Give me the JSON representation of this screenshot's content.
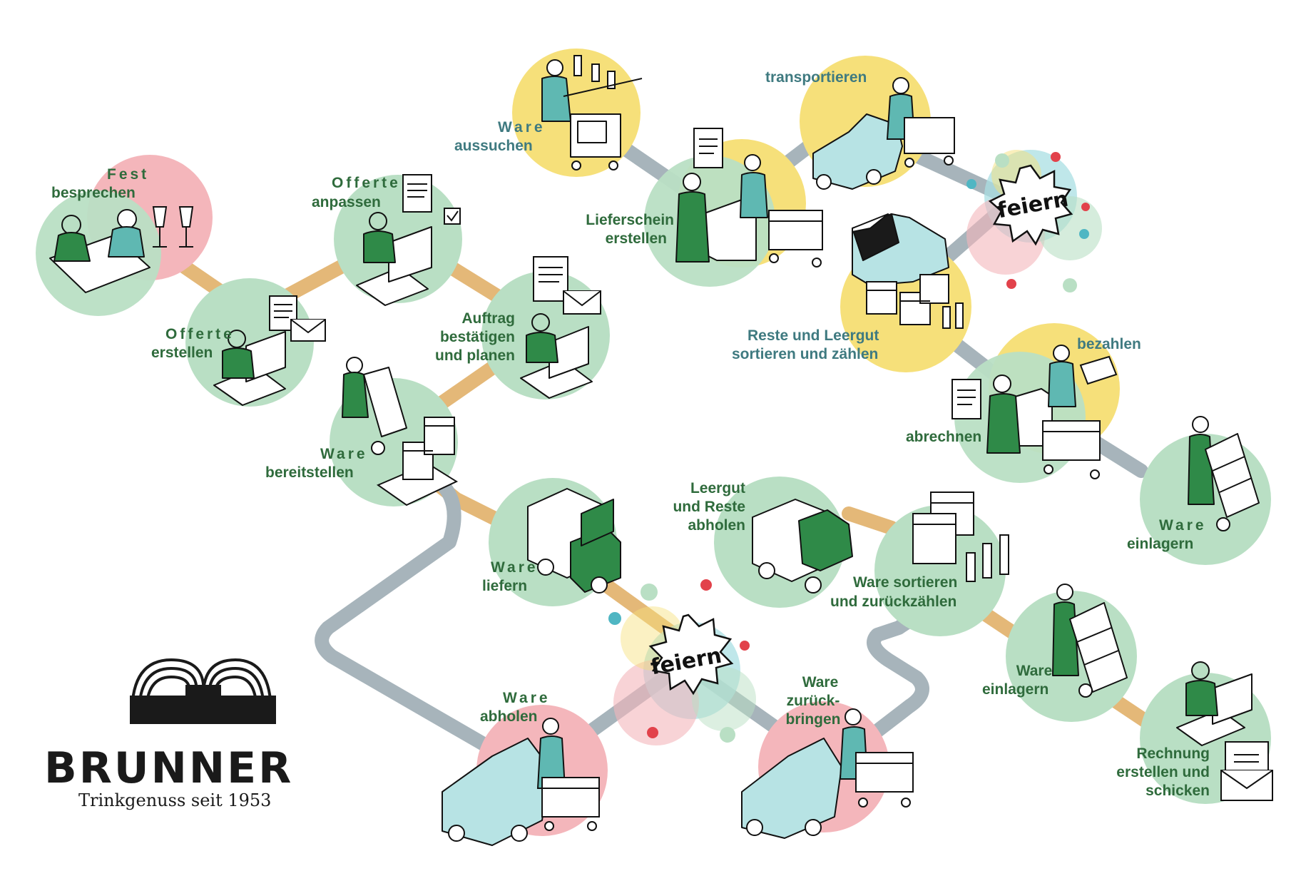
{
  "colors": {
    "green": "#b9dfc4",
    "pink": "#f4b6bb",
    "yellow": "#f6e07a",
    "lightblue": "#a9dfe3",
    "path_orange": "#e4b878",
    "path_grey": "#a7b4bb",
    "figure_green": "#2f8a48",
    "figure_teal": "#5fb8b2",
    "label_green": "#2f6b3c",
    "label_teal": "#3f7a80"
  },
  "steps": {
    "fest_besprechen": [
      "Fest",
      "besprechen"
    ],
    "offerte_erstellen": [
      "Offerte",
      "erstellen"
    ],
    "offerte_anpassen": [
      "Offerte",
      "anpassen"
    ],
    "auftrag": [
      "Auftrag",
      "bestätigen",
      "und planen"
    ],
    "ware_bereitstellen": [
      "Ware",
      "bereitstellen"
    ],
    "ware_liefern": [
      "Ware",
      "liefern"
    ],
    "ware_aussuchen": [
      "Ware",
      "aussuchen"
    ],
    "lieferschein": [
      "Lieferschein",
      "erstellen"
    ],
    "transportieren": [
      "transportieren"
    ],
    "reste_leergut": [
      "Reste  und  Leergut",
      "sortieren und zählen"
    ],
    "bezahlen": [
      "bezahlen"
    ],
    "abrechnen": [
      "abrechnen"
    ],
    "ware_einlagern_right": [
      "Ware",
      "einlagern"
    ],
    "leergut_abholen": [
      "Leergut",
      "und Reste",
      "abholen"
    ],
    "ware_sortieren": [
      "Ware      sortieren",
      "und zurückzählen"
    ],
    "ware_einlagern_mid": [
      "Ware",
      "einlagern"
    ],
    "rechnung": [
      "Rechnung",
      "erstellen und",
      "schicken"
    ],
    "ware_abholen": [
      "Ware",
      "abholen"
    ],
    "ware_zurueck": [
      "Ware",
      "zurück-",
      "bringen"
    ]
  },
  "feiern": "feiern",
  "brand": {
    "name": "BRUNNER",
    "tagline": "Trinkgenuss seit 1953"
  },
  "icons": [
    "document-icon",
    "envelope-icon",
    "checkbox-icon",
    "champagne-glass-icon",
    "truck-icon",
    "car-icon",
    "crate-icon",
    "bottle-icon",
    "trolley-icon",
    "hand-truck-icon",
    "computer-icon",
    "card-icon",
    "brunner-logo-icon"
  ]
}
